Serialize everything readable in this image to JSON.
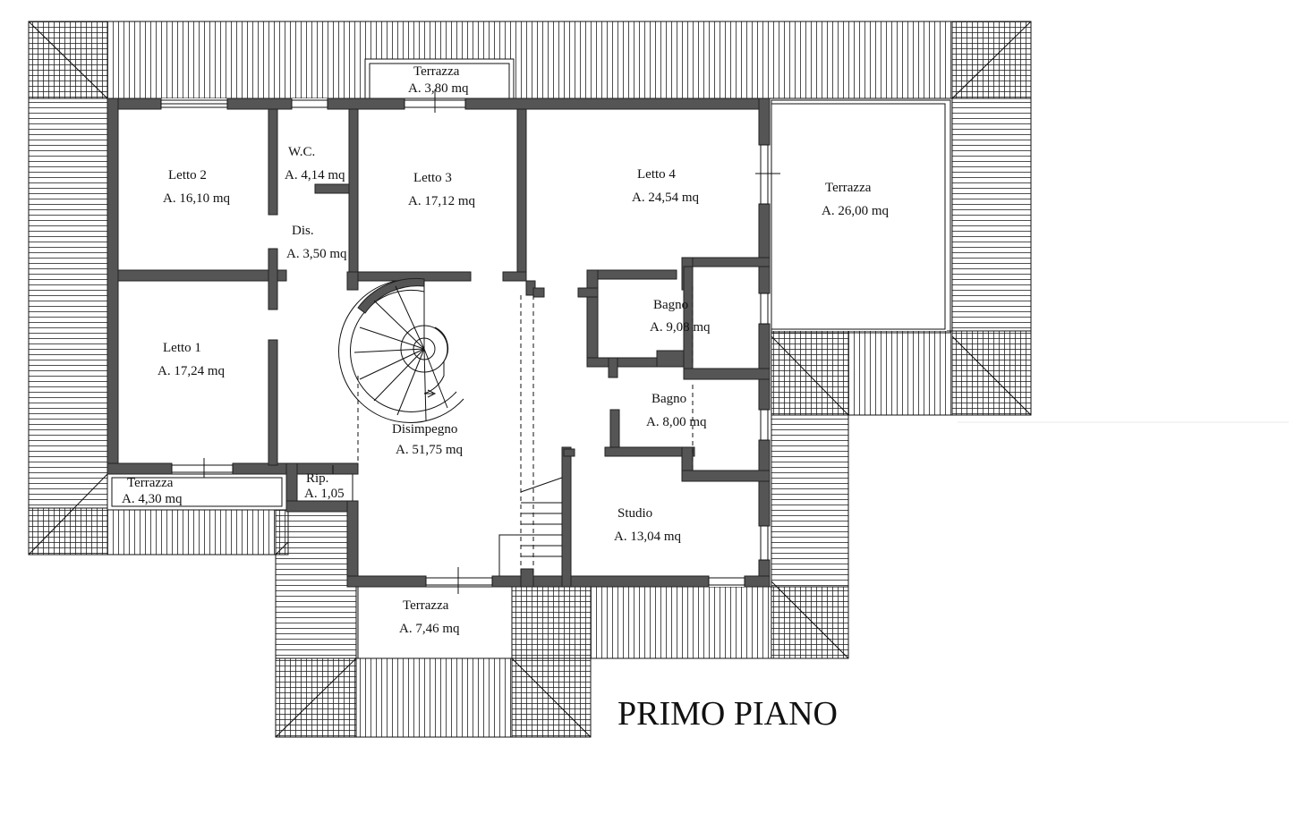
{
  "title": "PRIMO PIANO",
  "rooms": [
    {
      "id": "letto-2",
      "name": "Letto 2",
      "area": "A. 16,10 mq"
    },
    {
      "id": "wc",
      "name": "W.C.",
      "area": "A. 4,14 mq"
    },
    {
      "id": "letto-3",
      "name": "Letto 3",
      "area": "A. 17,12 mq"
    },
    {
      "id": "letto-4",
      "name": "Letto 4",
      "area": "A. 24,54 mq"
    },
    {
      "id": "terrazza-top",
      "name": "Terrazza",
      "area": "A. 3,80 mq"
    },
    {
      "id": "terrazza-right",
      "name": "Terrazza",
      "area": "A. 26,00 mq"
    },
    {
      "id": "dis",
      "name": "Dis.",
      "area": "A. 3,50 mq"
    },
    {
      "id": "letto-1",
      "name": "Letto 1",
      "area": "A. 17,24 mq"
    },
    {
      "id": "bagno-1",
      "name": "Bagno",
      "area": "A. 9,08 mq"
    },
    {
      "id": "bagno-2",
      "name": "Bagno",
      "area": "A. 8,00 mq"
    },
    {
      "id": "disimpegno",
      "name": "Disimpegno",
      "area": "A. 51,75 mq"
    },
    {
      "id": "terrazza-left",
      "name": "Terrazza",
      "area": "A. 4,30 mq"
    },
    {
      "id": "rip",
      "name": "Rip.",
      "area": "A. 1,05"
    },
    {
      "id": "studio",
      "name": "Studio",
      "area": "A. 13,04 mq"
    },
    {
      "id": "terrazza-bottom",
      "name": "Terrazza",
      "area": "A. 7,46 mq"
    }
  ]
}
